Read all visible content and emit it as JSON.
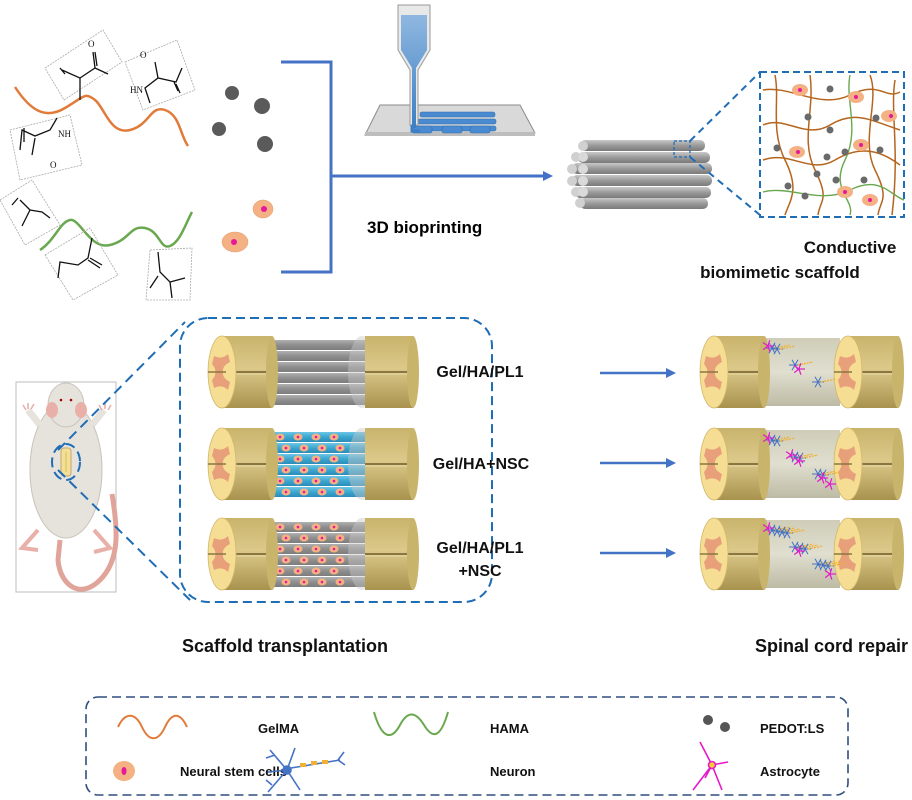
{
  "colors": {
    "accent_blue": "#4472c4",
    "dash_blue": "#1f6db5",
    "gelma": "#e07b39",
    "hama": "#6aa84f",
    "pedot": "#5a5a5a",
    "cell": "#f4b183",
    "cell_nucleus": "#e6199b",
    "cord": "#d4bf7a",
    "cord_face": "#f6dd94",
    "gray_matter": "#e8a07a",
    "neuron": "#4472c4",
    "astrocyte": "#e619c8",
    "scaffold_blue": "#3ba8d4"
  },
  "top": {
    "process_label": "3D bioprinting",
    "product_label_line1": "Conductive",
    "product_label_line2": "biomimetic scaffold",
    "chem_labels": [
      "HN",
      "NH",
      "O"
    ]
  },
  "middle": {
    "groups": [
      {
        "label_line1": "Gel/HA/PL1",
        "label_line2": "",
        "scaffold": "gray",
        "cells": false
      },
      {
        "label_line1": "Gel/HA+NSC",
        "label_line2": "",
        "scaffold": "blue",
        "cells": true
      },
      {
        "label_line1": "Gel/HA/PL1",
        "label_line2": "+NSC",
        "scaffold": "gray",
        "cells": true
      }
    ],
    "left_caption": "Scaffold transplantation",
    "right_caption": "Spinal cord repair"
  },
  "legend": {
    "items": [
      {
        "icon": "gelma-wave-icon",
        "label": "GelMA"
      },
      {
        "icon": "hama-wave-icon",
        "label": "HAMA"
      },
      {
        "icon": "pedot-particles-icon",
        "label": "PEDOT:LS"
      },
      {
        "icon": "neural-stem-cell-icon",
        "label": "Neural stem cells"
      },
      {
        "icon": "neuron-icon",
        "label": "Neuron"
      },
      {
        "icon": "astrocyte-icon",
        "label": "Astrocyte"
      }
    ]
  }
}
